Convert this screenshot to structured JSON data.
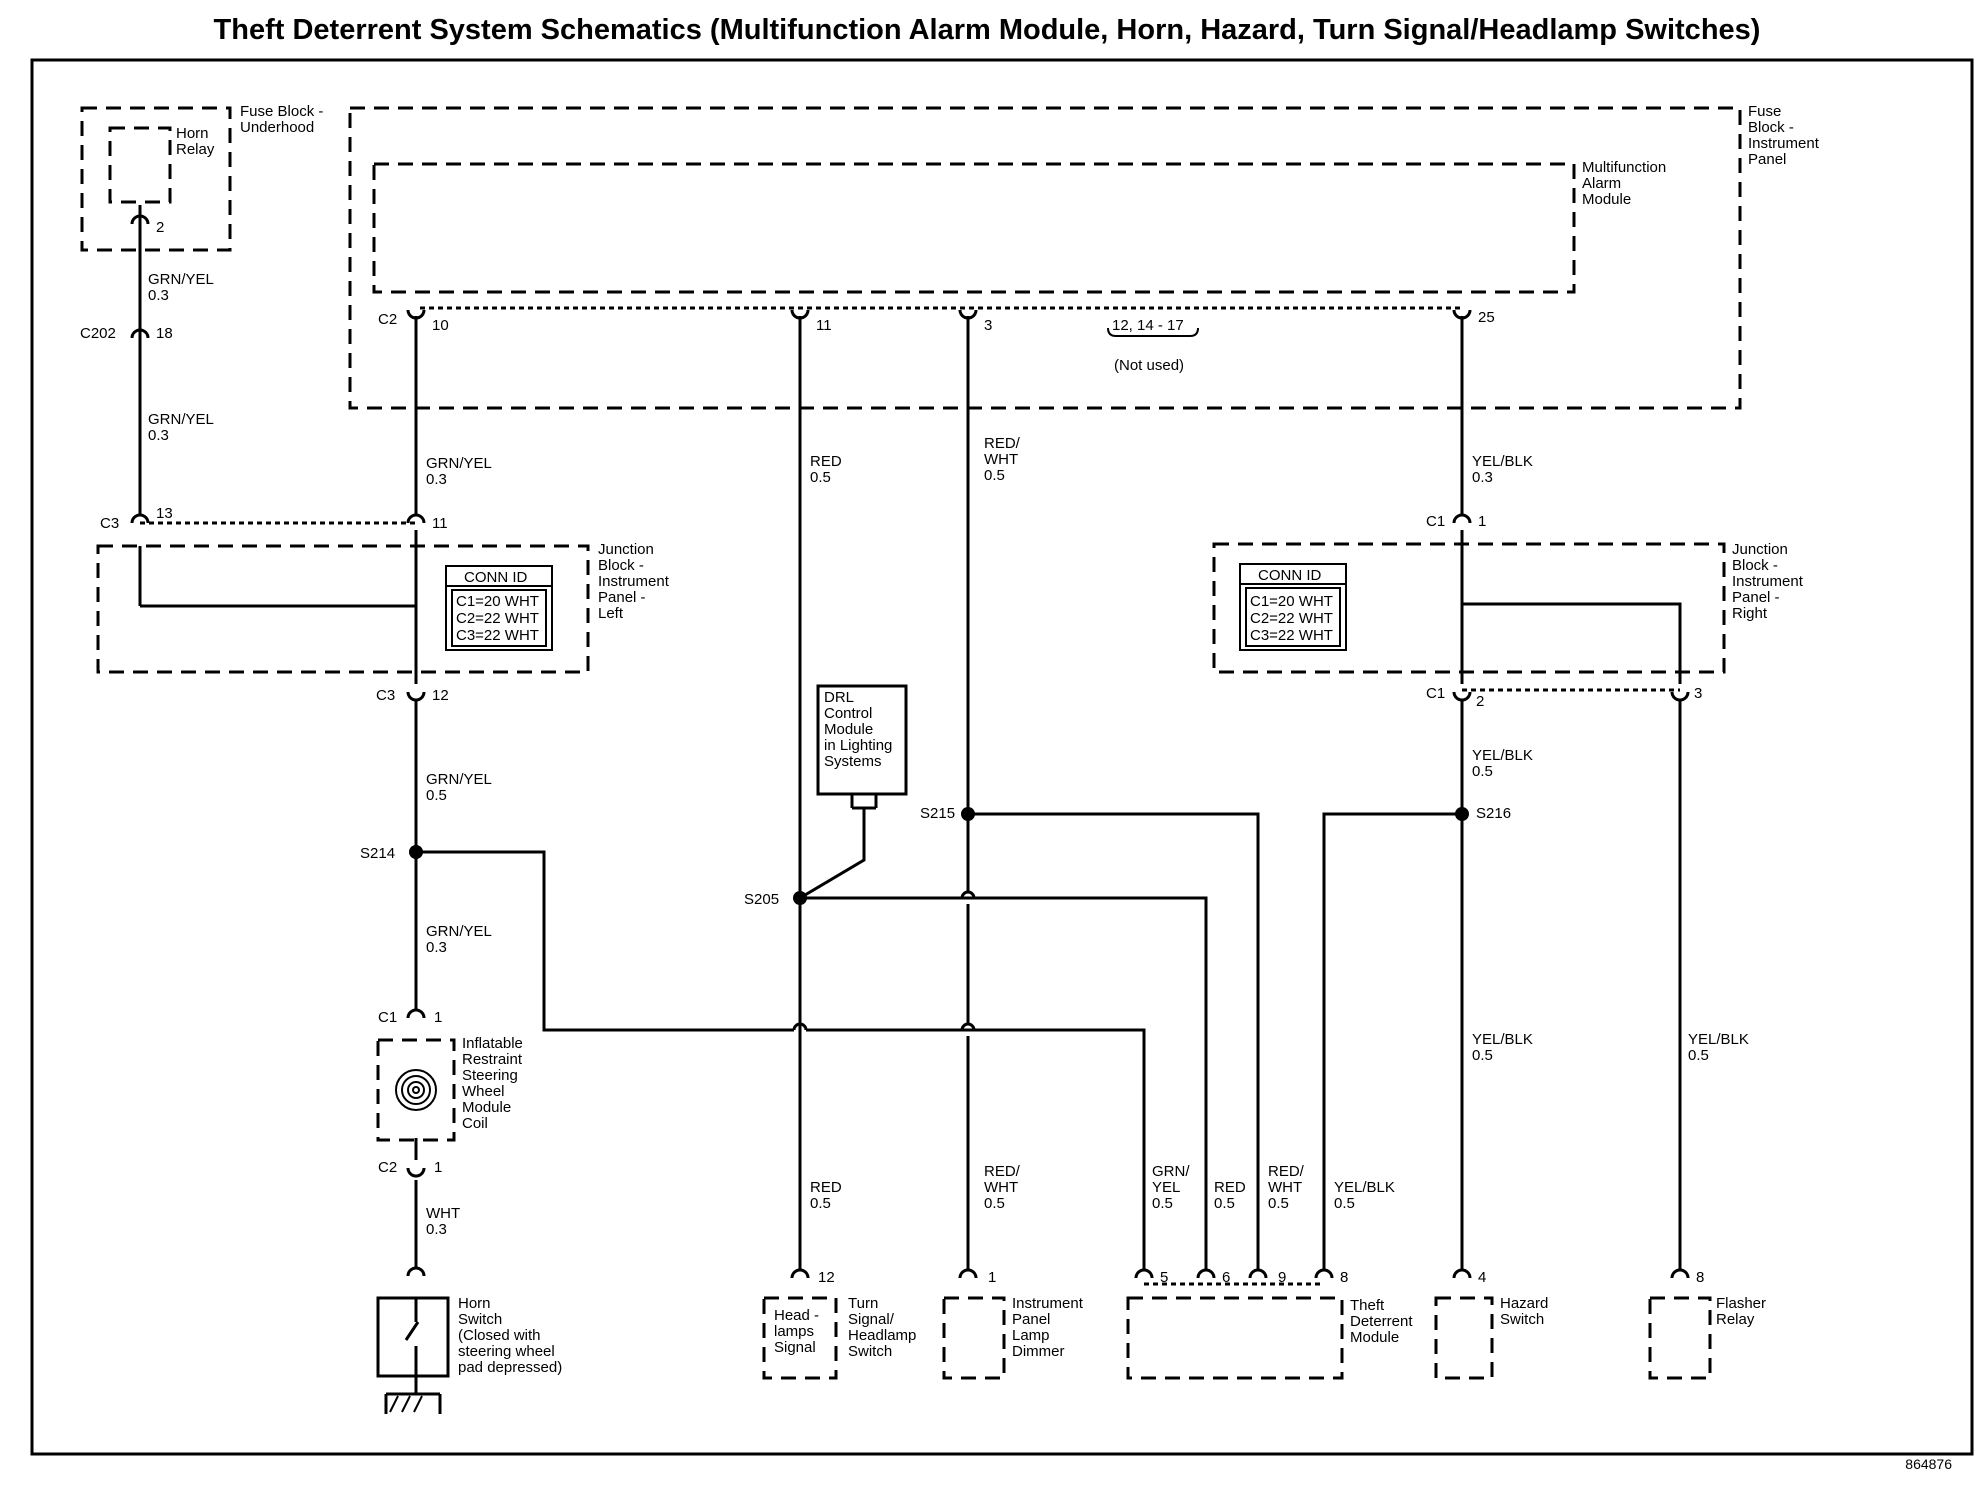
{
  "title": "Theft Deterrent System Schematics (Multifunction Alarm Module, Horn, Hazard, Turn Signal/Headlamp Switches)",
  "figure_number": "864876",
  "components": {
    "fuse_block_underhood": [
      "Fuse Block -",
      "Underhood"
    ],
    "horn_relay": [
      "Horn",
      "Relay"
    ],
    "fuse_block_ip": [
      "Fuse",
      "Block -",
      "Instrument",
      "Panel"
    ],
    "mam": [
      "Multifunction",
      "Alarm",
      "Module"
    ],
    "jb_left": [
      "Junction",
      "Block -",
      "Instrument",
      "Panel -",
      "Left"
    ],
    "jb_right": [
      "Junction",
      "Block -",
      "Instrument",
      "Panel -",
      "Right"
    ],
    "drl": [
      "DRL",
      "Control",
      "Module",
      "in Lighting",
      "Systems"
    ],
    "coil": [
      "Inflatable",
      "Restraint",
      "Steering",
      "Wheel",
      "Module",
      "Coil"
    ],
    "horn_switch": [
      "Horn",
      "Switch",
      "(Closed with",
      "steering wheel",
      "pad depressed)"
    ],
    "headlamps_signal": [
      "Head -",
      "lamps",
      "Signal"
    ],
    "turn_signal_switch": [
      "Turn",
      "Signal/",
      "Headlamp",
      "Switch"
    ],
    "ip_dimmer": [
      "Instrument",
      "Panel",
      "Lamp",
      "Dimmer"
    ],
    "tdm": [
      "Theft",
      "Deterrent",
      "Module"
    ],
    "hazard": [
      "Hazard",
      "Switch"
    ],
    "flasher": [
      "Flasher",
      "Relay"
    ]
  },
  "conn_id": {
    "header": "CONN ID",
    "lines": [
      "C1=20 WHT",
      "C2=22 WHT",
      "C3=22 WHT"
    ]
  },
  "not_used": {
    "pins": "12, 14 - 17",
    "label": "(Not used)"
  },
  "connectors": {
    "c2": "C2",
    "c202": "C202",
    "c3": "C3",
    "c1": "C1"
  },
  "pins": {
    "horn_relay_2": "2",
    "c202_18": "18",
    "mam_10": "10",
    "mam_11": "11",
    "mam_3": "3",
    "mam_25": "25",
    "c3_13": "13",
    "c3_11": "11",
    "c3_12": "12",
    "c1_1": "1",
    "c1_2": "2",
    "c1_3": "3",
    "coil_c1": "1",
    "coil_c2": "1",
    "tsw_12": "12",
    "dim_1": "1",
    "tdm_5": "5",
    "tdm_6": "6",
    "tdm_9": "9",
    "tdm_8": "8",
    "haz_4": "4",
    "fl_8": "8"
  },
  "splices": {
    "s214": "S214",
    "s205": "S205",
    "s215": "S215",
    "s216": "S216"
  },
  "wires": {
    "horn_a": [
      "GRN/YEL",
      "0.3"
    ],
    "horn_b": [
      "GRN/YEL",
      "0.3"
    ],
    "mam10": [
      "GRN/YEL",
      "0.3"
    ],
    "c3out": [
      "GRN/YEL",
      "0.5"
    ],
    "s214dn": [
      "GRN/YEL",
      "0.3"
    ],
    "wht": [
      "WHT",
      "0.3"
    ],
    "red_top": [
      "RED",
      "0.5"
    ],
    "redwht_top": [
      "RED/",
      "WHT",
      "0.5"
    ],
    "yb_top": [
      "YEL/BLK",
      "0.3"
    ],
    "yb_c1": [
      "YEL/BLK",
      "0.5"
    ],
    "red_low": [
      "RED",
      "0.5"
    ],
    "redwht_low": [
      "RED/",
      "WHT",
      "0.5"
    ],
    "tdm5": [
      "GRN/",
      "YEL",
      "0.5"
    ],
    "tdm6": [
      "RED",
      "0.5"
    ],
    "tdm9": [
      "RED/",
      "WHT",
      "0.5"
    ],
    "tdm8": [
      "YEL/BLK",
      "0.5"
    ],
    "haz": [
      "YEL/BLK",
      "0.5"
    ],
    "fl": [
      "YEL/BLK",
      "0.5"
    ]
  }
}
